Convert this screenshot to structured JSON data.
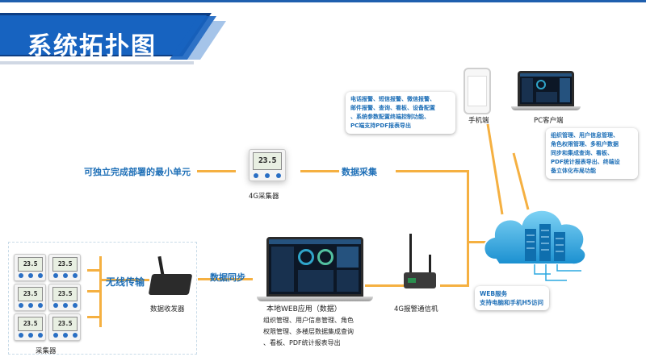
{
  "title": "系统拓扑图",
  "colors": {
    "banner": "#1763c0",
    "banner_dark": "#0d3e84",
    "accent_text": "#1e6fb7",
    "connector": "#f5b041",
    "cloud": "#2ba8e0"
  },
  "labels": {
    "independent_unit": "可独立完成部署的最小单元",
    "data_collection": "数据采集",
    "collector_4g": "4G采集器",
    "wireless": "无线传输",
    "data_sync": "数据同步",
    "receiver": "数据收发器",
    "collectors": "采集器",
    "local_web": "本地WEB应用（数据）",
    "alarm_4g": "4G报警通信机",
    "phone": "手机端",
    "pc_client": "PC客户端"
  },
  "sensor_readout": "23.5",
  "bubbles": {
    "alarm": [
      "电话报警、短信报警、微信报警、",
      "邮件报警、查询、看板、设备配置",
      "、系统参数配置终端控制功能、",
      "PC端支持PDF报表导出"
    ],
    "org": [
      "组织管理、用户信息管理、",
      "角色权限管理、多租户数据",
      "同步和集成查询、看板、",
      "PDF统计报表导出、终端设",
      "备立体化布局功能"
    ],
    "web": [
      "WEB服务",
      "支持电脑和手机H5访问"
    ]
  },
  "local_web_desc": [
    "组织管理、用户信息管理、角色",
    "权限管理、多楼层数据集成查询",
    "、看板、PDF统计报表导出"
  ]
}
